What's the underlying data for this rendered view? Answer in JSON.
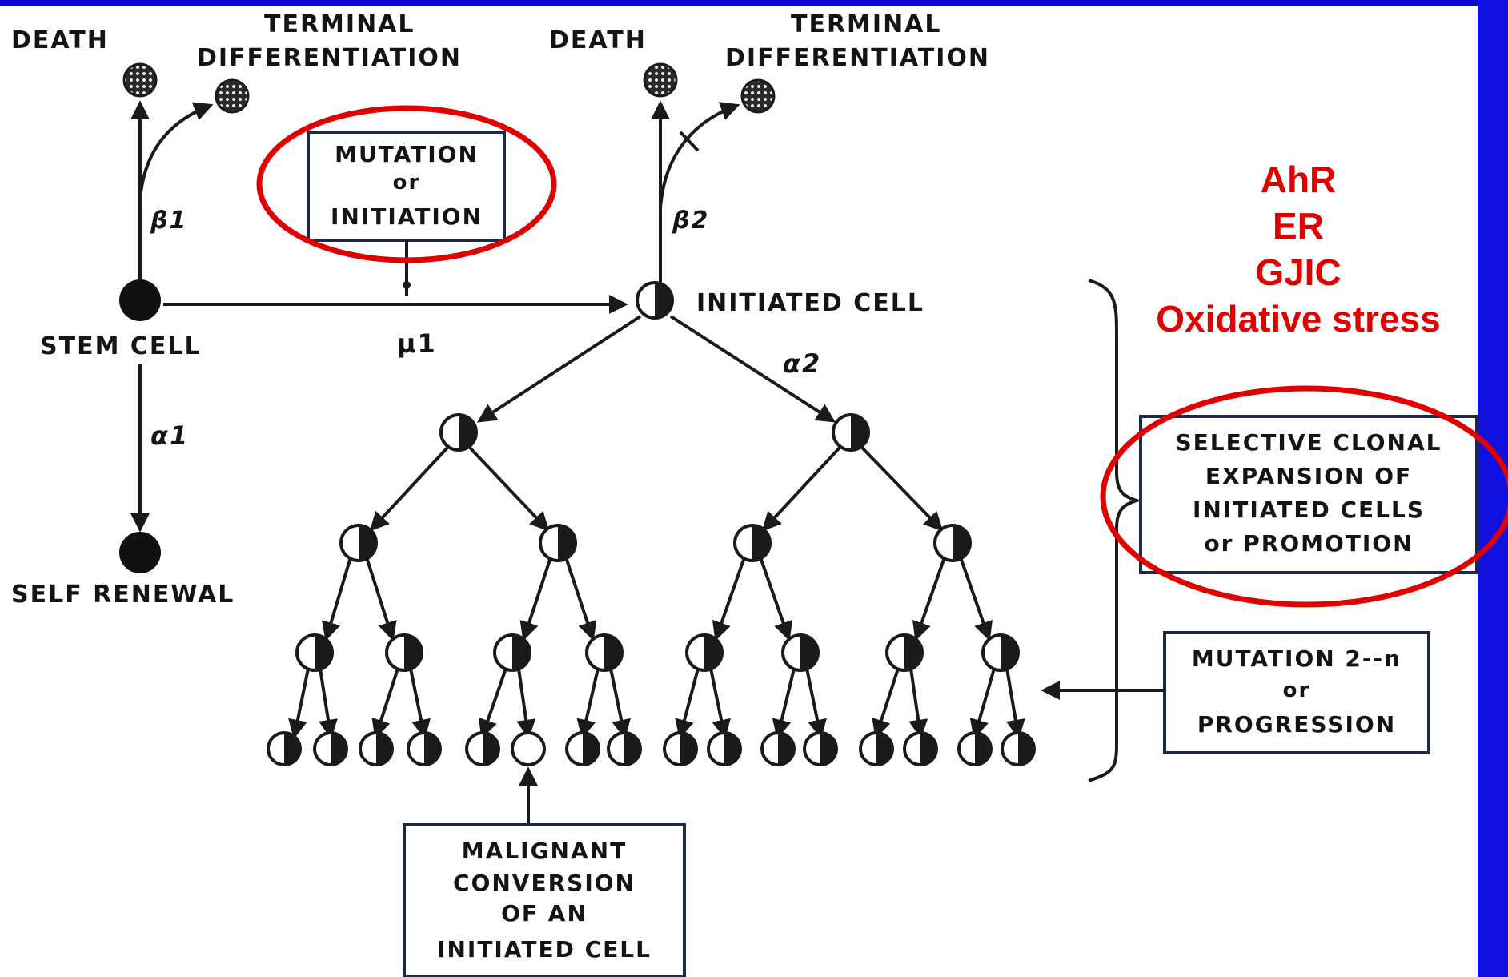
{
  "colors": {
    "background": "#ffffff",
    "side_bar": "#1010e0",
    "top_bar": "#0a0ad8",
    "highlight": "#e00000",
    "ink": "#141414"
  },
  "labels": {
    "death_1": "DEATH",
    "terminal_diff_1": [
      "TERMINAL",
      "DIFFERENTIATION"
    ],
    "death_2": "DEATH",
    "terminal_diff_2": [
      "TERMINAL",
      "DIFFERENTIATION"
    ],
    "mutation_initiation": [
      "MUTATION",
      "or",
      "INITIATION"
    ],
    "stem_cell": "STEM CELL",
    "self_renewal": "SELF RENEWAL",
    "initiated_cell": "INITIATED CELL",
    "beta_1": "β1",
    "beta_2": "β2",
    "mu_1": "μ1",
    "alpha_1": "α1",
    "alpha_2": "α2",
    "selective_clonal": [
      "SELECTIVE CLONAL",
      "EXPANSION OF",
      "INITIATED CELLS",
      "or PROMOTION"
    ],
    "mutation_progression": [
      "MUTATION 2--n",
      "or",
      "PROGRESSION"
    ],
    "malignant_conversion": [
      "MALIGNANT",
      "CONVERSION",
      "OF AN",
      "INITIATED CELL"
    ]
  },
  "factors": [
    "AhR",
    "ER",
    "GJIC",
    "Oxidative stress"
  ]
}
